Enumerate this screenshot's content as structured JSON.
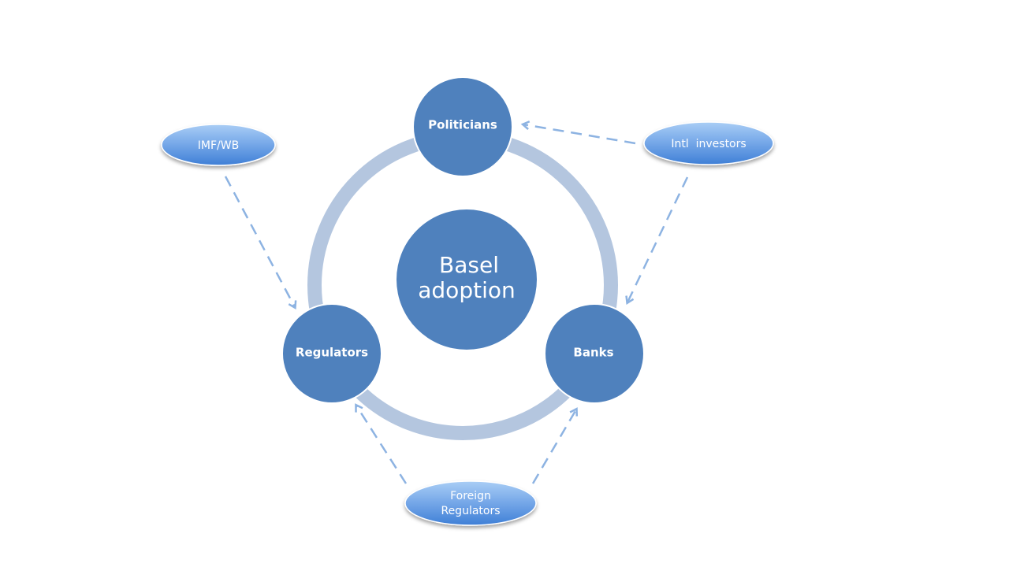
{
  "center": {
    "line1": "Basel",
    "line2": "adoption"
  },
  "nodes": {
    "politicians": "Politicians",
    "regulators": "Regulators",
    "banks": "Banks"
  },
  "external": {
    "imf_wb": "IMF/WB",
    "intl_investors": "Intl  investors",
    "foreign_regulators_line1": "Foreign",
    "foreign_regulators_line2": "Regulators"
  },
  "colors": {
    "node_fill": "#4f81bd",
    "ring": "#b4c6df",
    "ellipse_top": "#9cc3f0",
    "ellipse_bottom": "#4a86d8",
    "arrow": "#8db3e2"
  }
}
